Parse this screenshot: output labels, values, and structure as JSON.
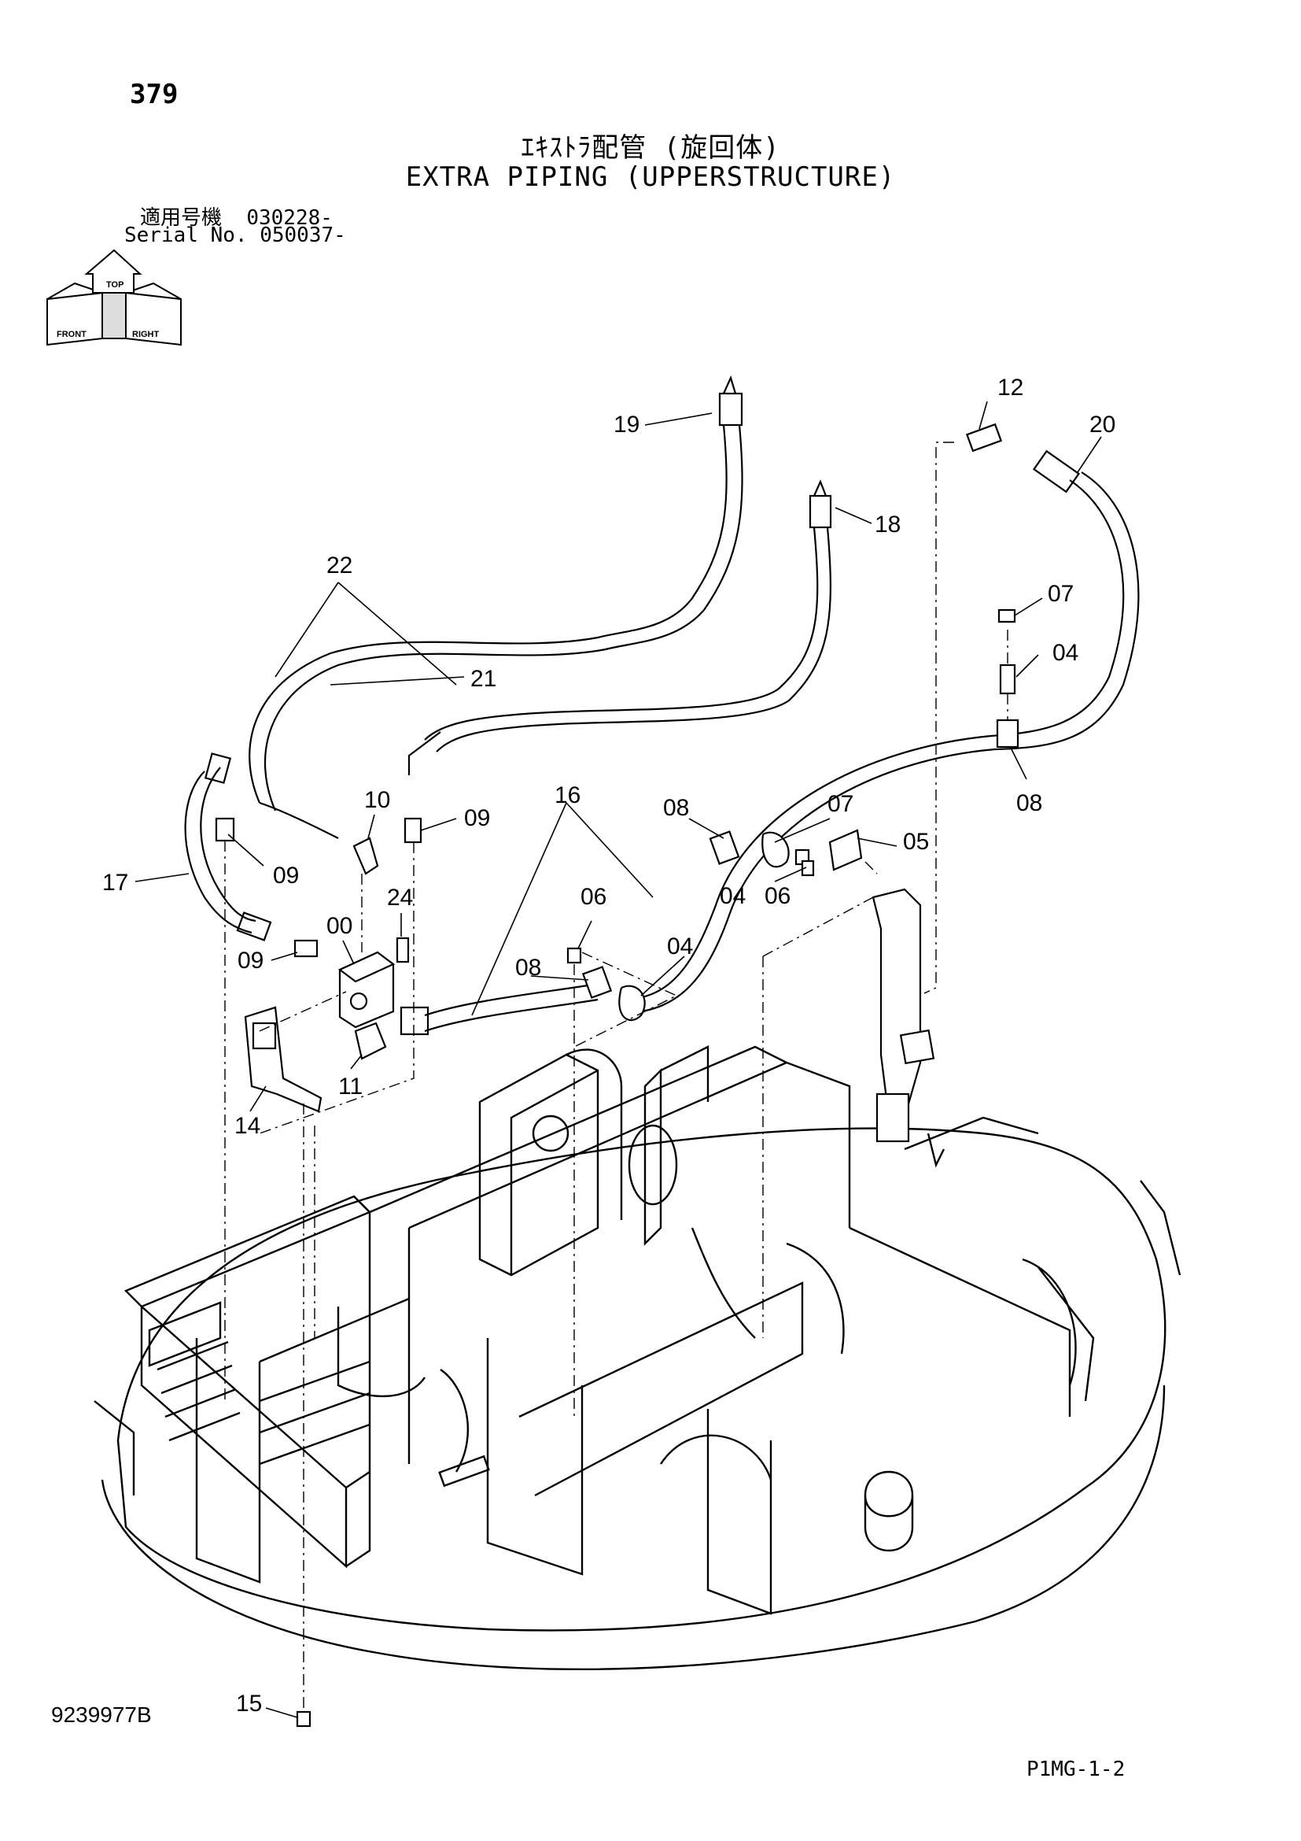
{
  "page_number": "379",
  "title_jp": "ｴｷｽﾄﾗ配管 (旋回体)",
  "title_en": "EXTRA PIPING (UPPERSTRUCTURE)",
  "serial": {
    "jp_label": "適用号機",
    "jp_value": "030228-",
    "en_label": "Serial No.",
    "en_value": "050037-"
  },
  "orientation": {
    "top": "TOP",
    "front": "FRONT",
    "right": "RIGHT"
  },
  "drawing_number": "9239977B",
  "sheet_code": "P1MG-1-2",
  "callouts": {
    "c12": "12",
    "c19": "19",
    "c20": "20",
    "c18": "18",
    "c22": "22",
    "c21": "21",
    "c07a": "07",
    "c04a": "04",
    "c08a": "08",
    "c10": "10",
    "c09a": "09",
    "c16": "16",
    "c08b": "08",
    "c07b": "07",
    "c05": "05",
    "c17": "17",
    "c09b": "09",
    "c24": "24",
    "c06a": "06",
    "c04b": "04",
    "c06b": "06",
    "c00": "00",
    "c09c": "09",
    "c08c": "08",
    "c04c": "04",
    "c11": "11",
    "c14": "14",
    "c15": "15"
  }
}
